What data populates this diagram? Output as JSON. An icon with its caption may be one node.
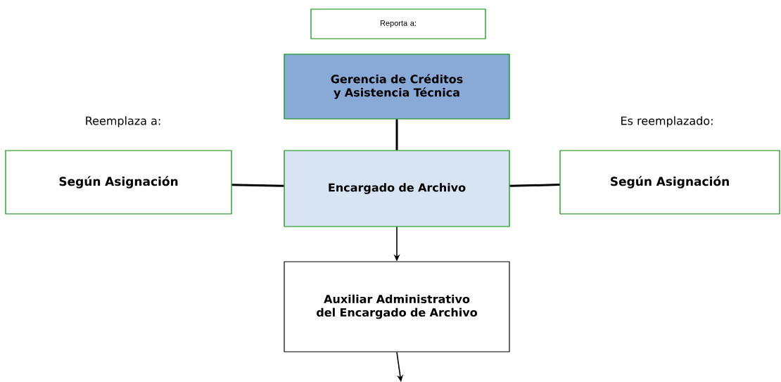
{
  "diagram": {
    "nodes": [
      {
        "text": [
          "Reporta a:"
        ]
      },
      {
        "text": [
          "Gerencia de Créditos y Asistencia Técnica"
        ]
      },
      {
        "text": [
          "Encargado de Archivo"
        ]
      },
      {
        "text": [
          "Según Asignación"
        ],
        "beside": [
          "Reemplaza a:"
        ]
      },
      {
        "text": [
          "Según Asignación"
        ],
        "beside": [
          "Es reemplazado:"
        ]
      },
      {
        "text": [
          "Auxiliar Administrativo del Encargado de Archivo"
        ]
      }
    ],
    "edges": [
      {
        "from": 1,
        "to": 2,
        "arrow": "none"
      },
      {
        "from": 3,
        "to": 2,
        "arrow": "none"
      },
      {
        "from": 2,
        "to": 4,
        "arrow": "none"
      },
      {
        "from": 2,
        "to": 5,
        "arrow": "to"
      },
      {
        "from": 5,
        "to": null,
        "arrow": "to"
      }
    ]
  }
}
